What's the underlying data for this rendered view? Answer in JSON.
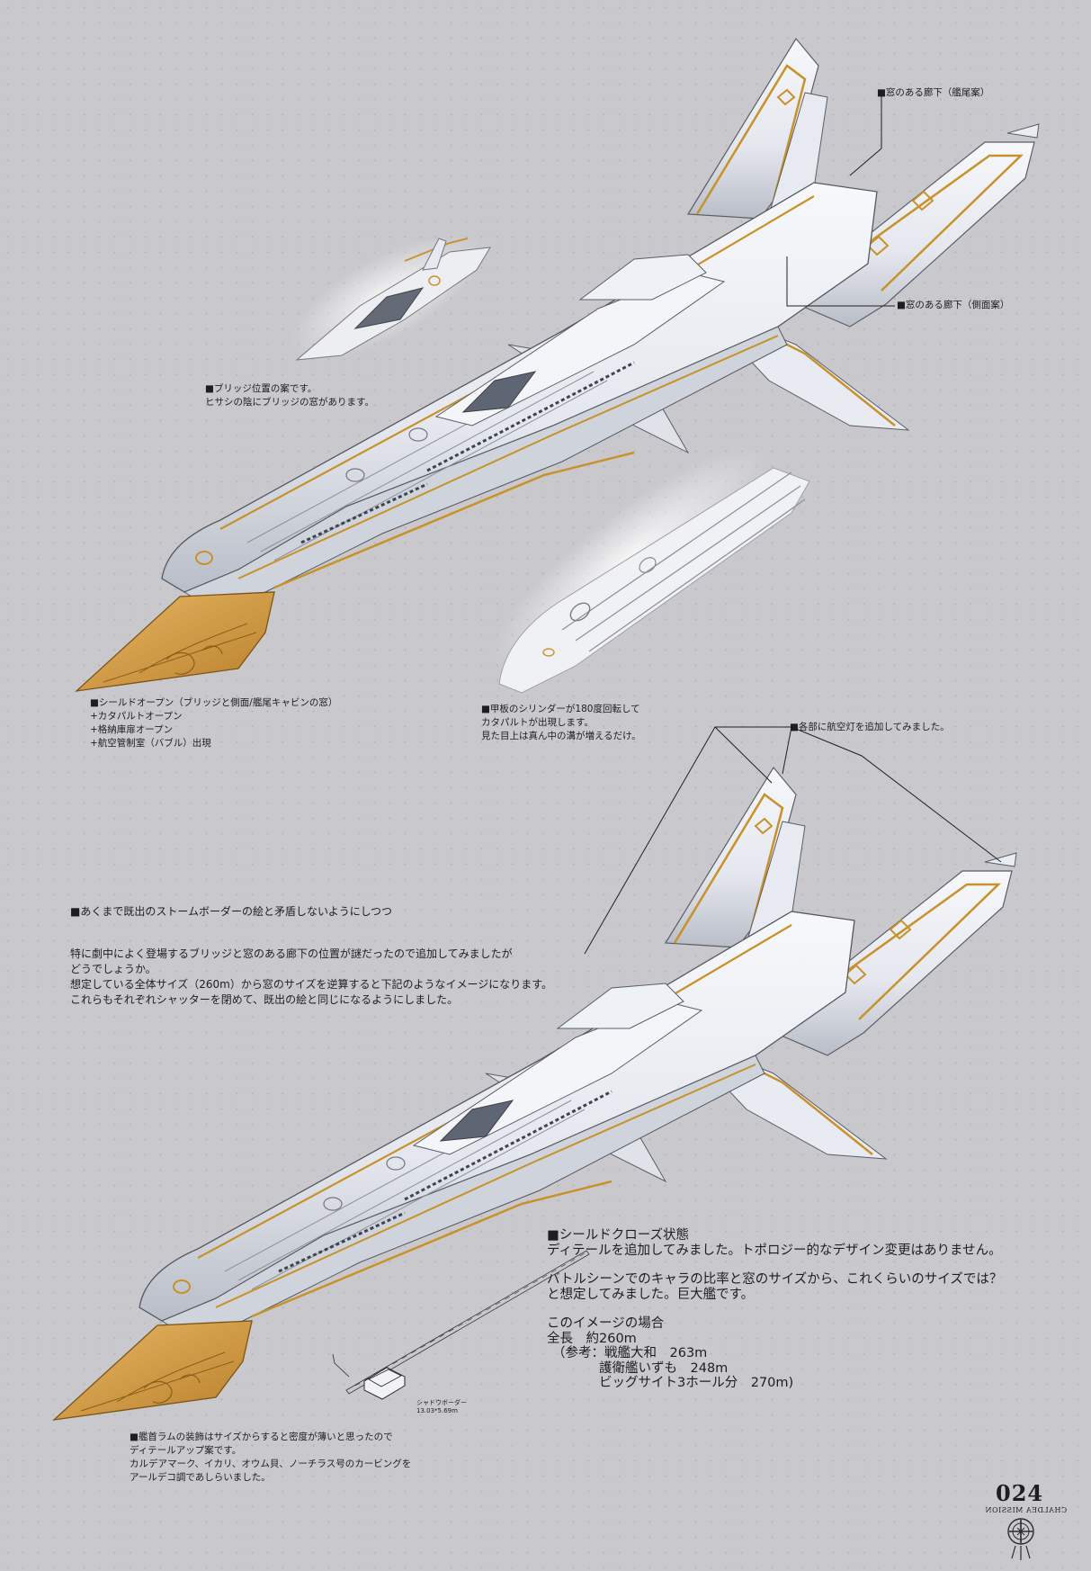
{
  "annotations": {
    "corridor_tail": "■窓のある廊下（艦尾案）",
    "corridor_side": "■窓のある廊下（側面案）",
    "bridge": {
      "line1": "■ブリッジ位置の案です。",
      "line2": "ヒサシの陰にブリッジの窓があります。"
    },
    "shield_open": {
      "line1": "■シールドオープン（ブリッジと側面/艦尾キャビンの窓）",
      "line2": "+カタパルトオープン",
      "line3": "+格納庫扉オープン",
      "line4": "+航空管制室（バブル）出現"
    },
    "deck_cylinder": {
      "line1": "■甲板のシリンダーが180度回転して",
      "line2": "カタパルトが出現します。",
      "line3": "見た目上は真ん中の溝が増えるだけ。"
    },
    "lights": "■各部に航空灯を追加してみました。",
    "intro": {
      "heading": "■あくまで既出のストームボーダーの絵と矛盾しないようにしつつ",
      "p1": "特に劇中によく登場するブリッジと窓のある廊下の位置が謎だったので追加してみましたが",
      "p2": "どうでしょうか。",
      "p3": "想定している全体サイズ（260m）から窓のサイズを逆算すると下記のようなイメージになります。",
      "p4": "これらもそれぞれシャッターを閉めて、既出の絵と同じになるようにしました。"
    },
    "shield_closed": {
      "title": "■シールドクローズ状態",
      "line1": "ディテールを追加してみました。トポロジー的なデザイン変更はありません。",
      "line2": "バトルシーンでのキャラの比率と窓のサイズから、これくらいのサイズでは？",
      "line3": "と想定してみました。巨大艦です。",
      "line4": "このイメージの場合",
      "line5": "全長　約260m",
      "line6": "（参考：戦艦大和　263m",
      "line7": "護衛艦いずも　248m",
      "line8": "ビッグサイト3ホール分　270m)"
    },
    "shadow_border": {
      "name": "シャドウボーダー",
      "size": "13.03*5.69m"
    },
    "ram": {
      "line1": "■艦首ラムの装飾はサイズからすると密度が薄いと思ったので",
      "line2": "ディテールアップ案です。",
      "line3": "カルデアマーク、イカリ、オウム貝、ノーチラス号のカービングを",
      "line4": "アールデコ調であしらいました。"
    }
  },
  "page_number": "024",
  "signature": "CHALDEA MISSION",
  "colors": {
    "background": "#c9c9cd",
    "hull": "#eef0f4",
    "hull_shade": "#b8bcc6",
    "gold": "#c8922a",
    "ram": "#d9a24b",
    "text": "#1e1e22"
  },
  "icons": [
    "chaldea-emblem-icon"
  ]
}
